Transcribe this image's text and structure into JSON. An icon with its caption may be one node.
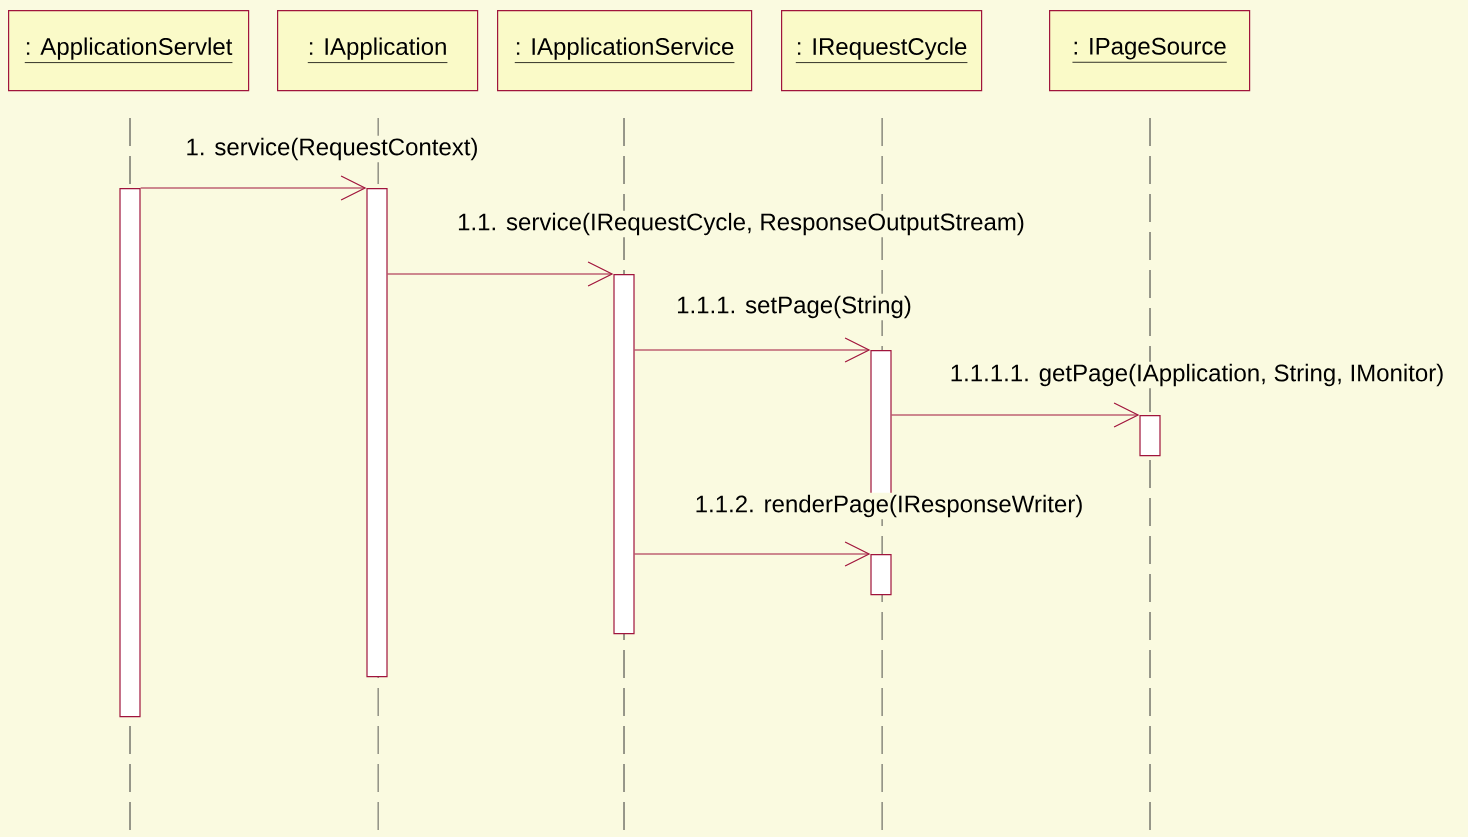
{
  "diagram": {
    "nodes": [
      {
        "text": [
          ": ApplicationServlet"
        ]
      },
      {
        "text": [
          ": IApplication"
        ]
      },
      {
        "text": [
          ": IApplicationService"
        ]
      },
      {
        "text": [
          ": IRequestCycle"
        ]
      },
      {
        "text": [
          ": IPageSource"
        ]
      },
      {
        "text": [],
        "shape": "bar"
      },
      {
        "text": [],
        "shape": "bar"
      },
      {
        "text": [],
        "shape": "bar"
      },
      {
        "text": [],
        "shape": "bar"
      },
      {
        "text": [],
        "shape": "bar"
      },
      {
        "text": [],
        "shape": "bar"
      }
    ],
    "edges": [
      {
        "from": 5,
        "to": 6,
        "arrow": "to",
        "label": "1. service(RequestContext)"
      },
      {
        "from": 6,
        "to": 7,
        "arrow": "to",
        "label": "1.1. service(IRequestCycle, ResponseOutputStream)"
      },
      {
        "from": 7,
        "to": 8,
        "arrow": "to",
        "label": "1.1.1. setPage(String)"
      },
      {
        "from": 8,
        "to": 9,
        "arrow": "to",
        "label": "1.1.1.1. getPage(IApplication, String, IMonitor)"
      },
      {
        "from": 7,
        "to": 10,
        "arrow": "to",
        "label": "1.1.2. renderPage(IResponseWriter)"
      }
    ]
  }
}
